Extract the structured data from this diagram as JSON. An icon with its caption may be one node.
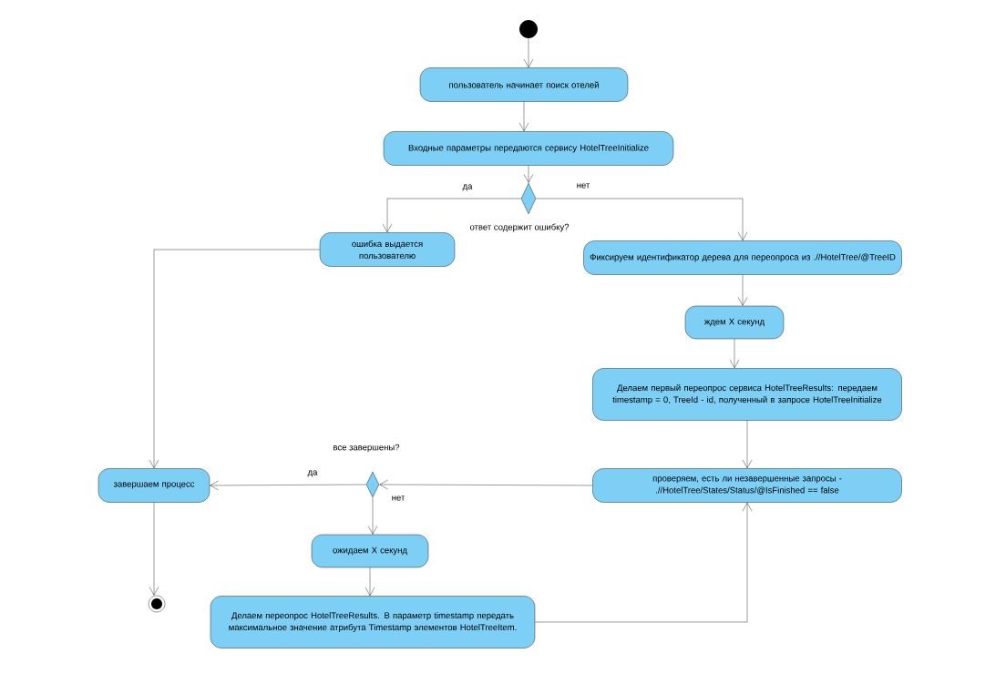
{
  "diagram": {
    "nodes": [
      {
        "text": [],
        "shape": "circle"
      },
      {
        "text": [
          "пользователь начинает поиск отелей"
        ]
      },
      {
        "text": [
          "Входные параметры передаются сервису HotelTreeInitialize"
        ]
      },
      {
        "text": [],
        "shape": "diamond",
        "beside": [
          "ответ содержит ошибку?"
        ]
      },
      {
        "text": [
          "ошибка выдается пользователю"
        ]
      },
      {
        "text": [
          "Фиксируем идентификатор дерева для переопроса из .//HotelTree/@TreeID"
        ]
      },
      {
        "text": [
          "ждем X секунд"
        ]
      },
      {
        "text": [
          "Делаем первый переопрос сервиса  HotelTreeResults: передаем timestamp = 0, TreeId - id, полученный в запросе HotelTreeInitialize"
        ]
      },
      {
        "text": [
          "проверяем, есть ли незавершенные запросы - .//HotelTree/States/Status/@IsFinished == false"
        ]
      },
      {
        "text": [],
        "shape": "diamond",
        "beside": [
          "все завершены?"
        ]
      },
      {
        "text": [
          "завершаем процесс"
        ]
      },
      {
        "text": [
          "ожидаем X секунд"
        ]
      },
      {
        "text": [
          "Делаем переопрос HotelTreeResults. В параметр timestamp передать максимальное значение атрибута Timestamp элементов HotelTreeItem."
        ]
      },
      {
        "text": [],
        "shape": "circle"
      }
    ],
    "edges": [
      {
        "from": 0,
        "to": 1,
        "arrow": "to"
      },
      {
        "from": 1,
        "to": 2,
        "arrow": "to"
      },
      {
        "from": 2,
        "to": 3,
        "arrow": "to"
      },
      {
        "from": 3,
        "to": 4,
        "arrow": "to",
        "label": "да"
      },
      {
        "from": 3,
        "to": 5,
        "arrow": "to",
        "label": "нет"
      },
      {
        "from": 5,
        "to": 6,
        "arrow": "to"
      },
      {
        "from": 6,
        "to": 7,
        "arrow": "to"
      },
      {
        "from": 7,
        "to": 8,
        "arrow": "to"
      },
      {
        "from": 8,
        "to": 9,
        "arrow": "to"
      },
      {
        "from": 9,
        "to": 10,
        "arrow": "to",
        "label": "да"
      },
      {
        "from": 9,
        "to": 11,
        "arrow": "to",
        "label": "нет"
      },
      {
        "from": 11,
        "to": 12,
        "arrow": "to"
      },
      {
        "from": 12,
        "to": 8,
        "arrow": "to"
      },
      {
        "from": 4,
        "to": 10,
        "arrow": "to"
      },
      {
        "from": 10,
        "to": 13,
        "arrow": "to"
      }
    ]
  }
}
